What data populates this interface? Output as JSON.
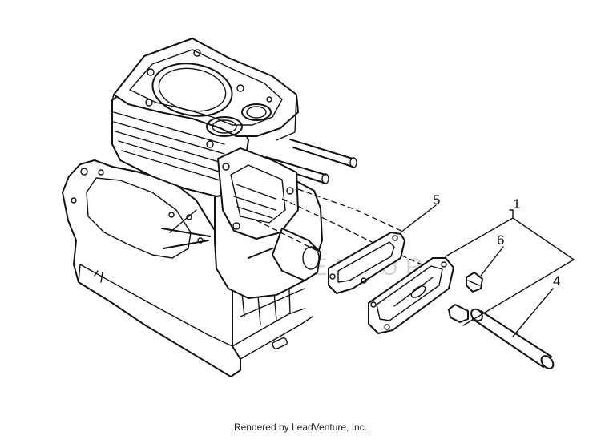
{
  "diagram": {
    "watermark_text": "LEADVENTURE",
    "callouts": [
      {
        "id": "1",
        "label": "1"
      },
      {
        "id": "4",
        "label": "4"
      },
      {
        "id": "5",
        "label": "5"
      },
      {
        "id": "6",
        "label": "6"
      }
    ]
  },
  "footer": {
    "text": "Rendered by LeadVenture, Inc."
  }
}
